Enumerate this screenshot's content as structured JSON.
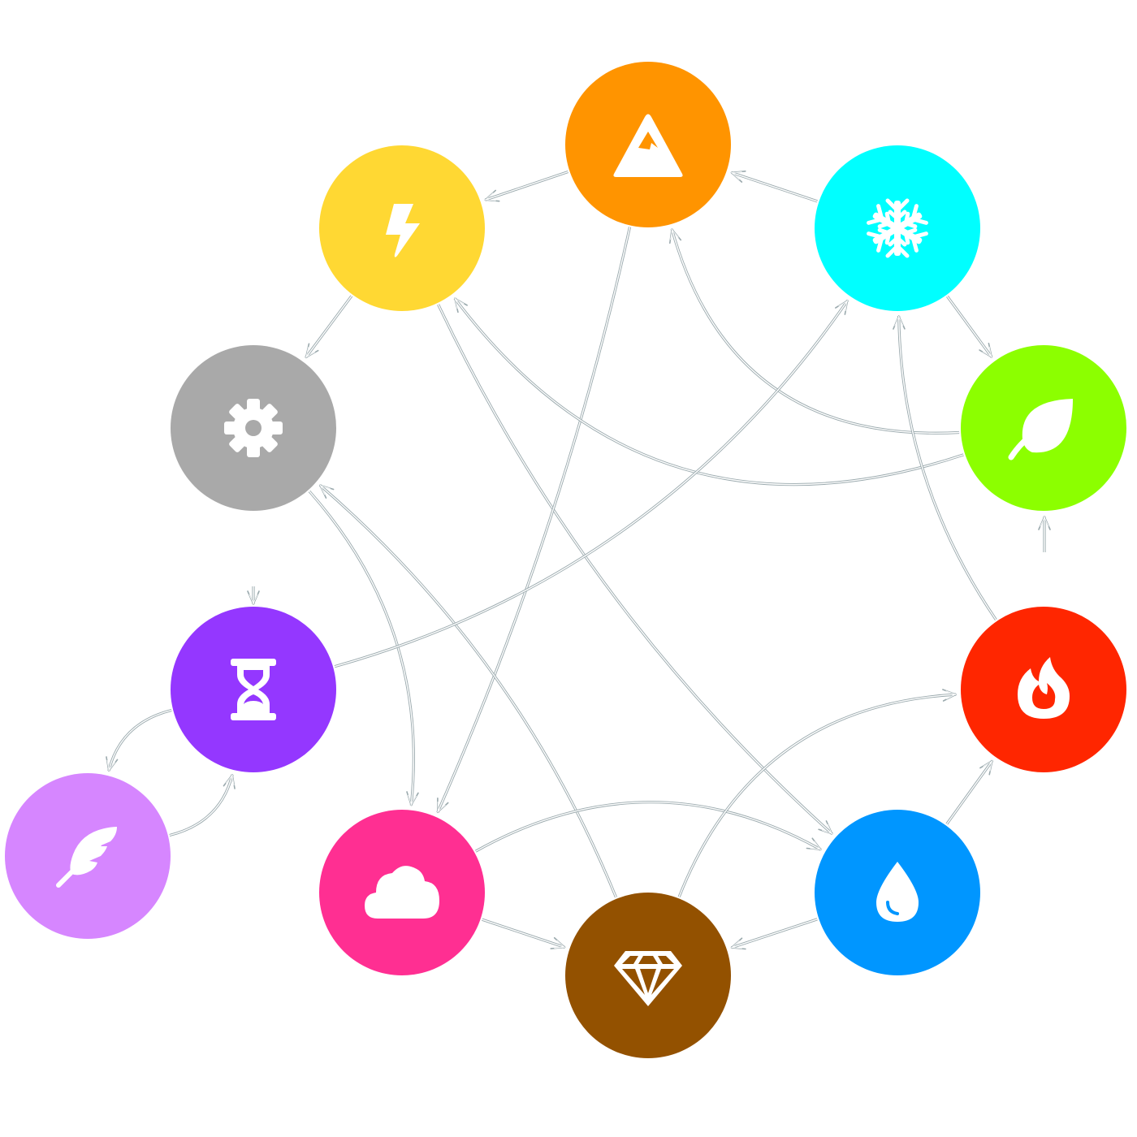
{
  "diagram": {
    "background": "#ffffff",
    "edge_color": "#9aa9ad",
    "icon_color": "#ffffff",
    "nodes": [
      {
        "id": "mountain",
        "icon": "mountain-icon",
        "color": "#ff9400"
      },
      {
        "id": "lightning",
        "icon": "lightning-icon",
        "color": "#ffd833"
      },
      {
        "id": "snowflake",
        "icon": "snowflake-icon",
        "color": "#00ffff"
      },
      {
        "id": "gear",
        "icon": "gear-icon",
        "color": "#a9a9a9"
      },
      {
        "id": "leaf",
        "icon": "leaf-icon",
        "color": "#8cff00"
      },
      {
        "id": "hourglass",
        "icon": "hourglass-icon",
        "color": "#9437ff"
      },
      {
        "id": "fire",
        "icon": "fire-icon",
        "color": "#ff2600"
      },
      {
        "id": "feather",
        "icon": "feather-icon",
        "color": "#d686ff"
      },
      {
        "id": "cloud",
        "icon": "cloud-icon",
        "color": "#ff2f92"
      },
      {
        "id": "water",
        "icon": "water-drop-icon",
        "color": "#0096ff"
      },
      {
        "id": "gem",
        "icon": "gem-icon",
        "color": "#935100"
      }
    ],
    "edges": [
      {
        "from": "mountain",
        "to": "lightning"
      },
      {
        "from": "snowflake",
        "to": "mountain"
      },
      {
        "from": "snowflake",
        "to": "leaf"
      },
      {
        "from": "lightning",
        "to": "gear"
      },
      {
        "from": "lightning",
        "to": "water"
      },
      {
        "from": "mountain",
        "to": "cloud"
      },
      {
        "from": "leaf",
        "to": "mountain"
      },
      {
        "from": "leaf",
        "to": "lightning"
      },
      {
        "from": "fire",
        "to": "snowflake"
      },
      {
        "from": "fire",
        "to": "leaf"
      },
      {
        "from": "gear",
        "to": "cloud"
      },
      {
        "from": "gear",
        "to": "hourglass"
      },
      {
        "from": "gem",
        "to": "gear"
      },
      {
        "from": "hourglass",
        "to": "snowflake"
      },
      {
        "from": "hourglass",
        "to": "feather"
      },
      {
        "from": "feather",
        "to": "hourglass"
      },
      {
        "from": "cloud",
        "to": "water"
      },
      {
        "from": "cloud",
        "to": "gem"
      },
      {
        "from": "gem",
        "to": "fire"
      },
      {
        "from": "water",
        "to": "fire"
      },
      {
        "from": "water",
        "to": "gem"
      }
    ]
  }
}
